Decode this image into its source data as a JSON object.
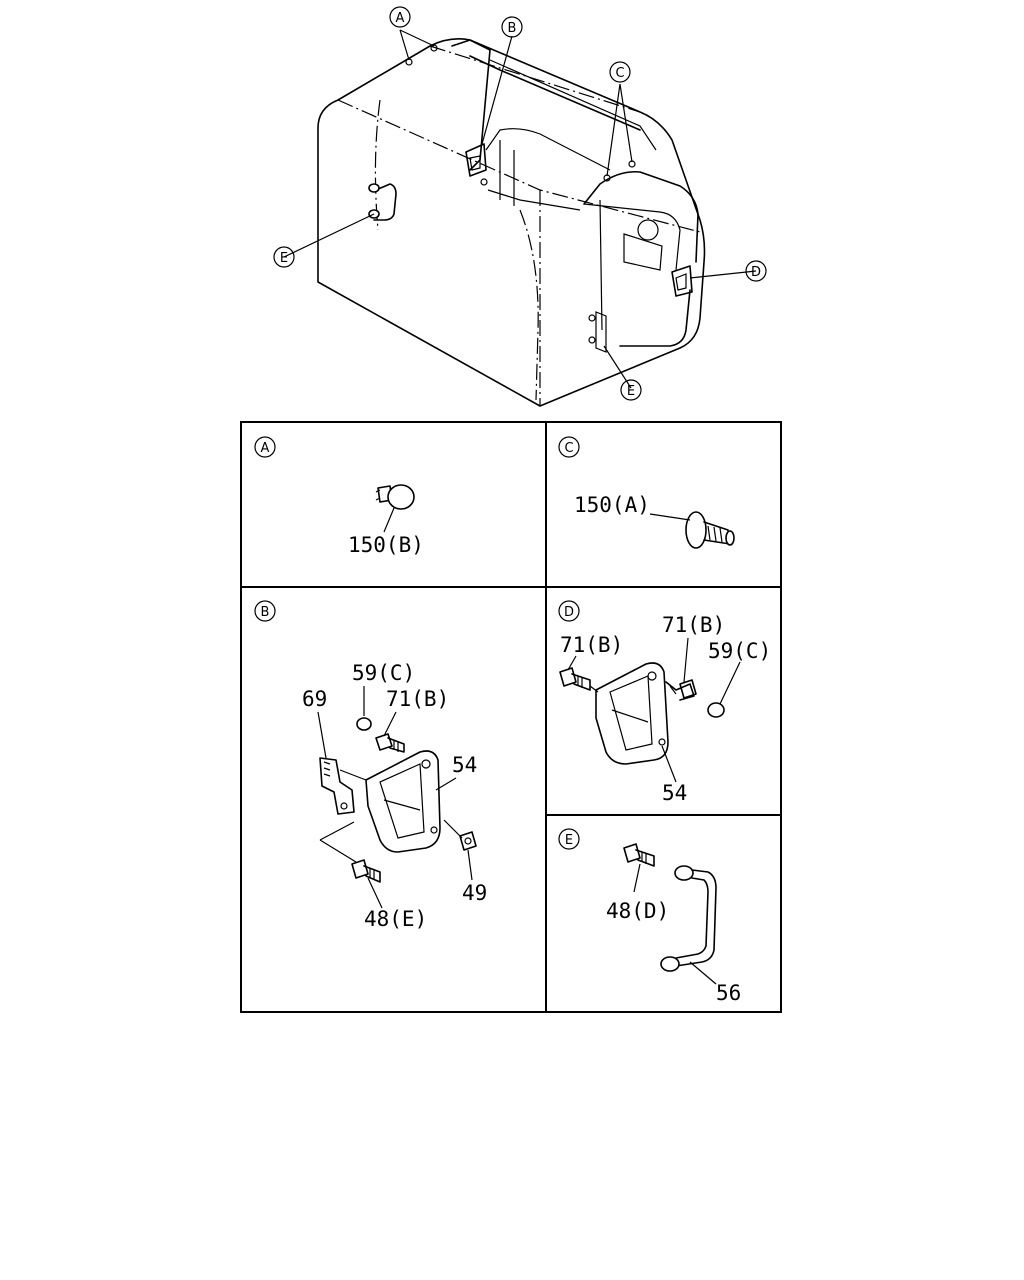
{
  "overview_callouts": {
    "a": "A",
    "b": "B",
    "c": "C",
    "d": "D",
    "e1": "E",
    "e2": "E"
  },
  "panels": {
    "a": {
      "key": "A",
      "parts": [
        "150(B)"
      ]
    },
    "c": {
      "key": "C",
      "parts": [
        "150(A)"
      ]
    },
    "b": {
      "key": "B",
      "parts": [
        "59(C)",
        "69",
        "71(B)",
        "54",
        "49",
        "48(E)"
      ]
    },
    "d": {
      "key": "D",
      "parts": [
        "71(B)",
        "71(B)",
        "59(C)",
        "54"
      ]
    },
    "e": {
      "key": "E",
      "parts": [
        "48(D)",
        "56"
      ]
    }
  }
}
